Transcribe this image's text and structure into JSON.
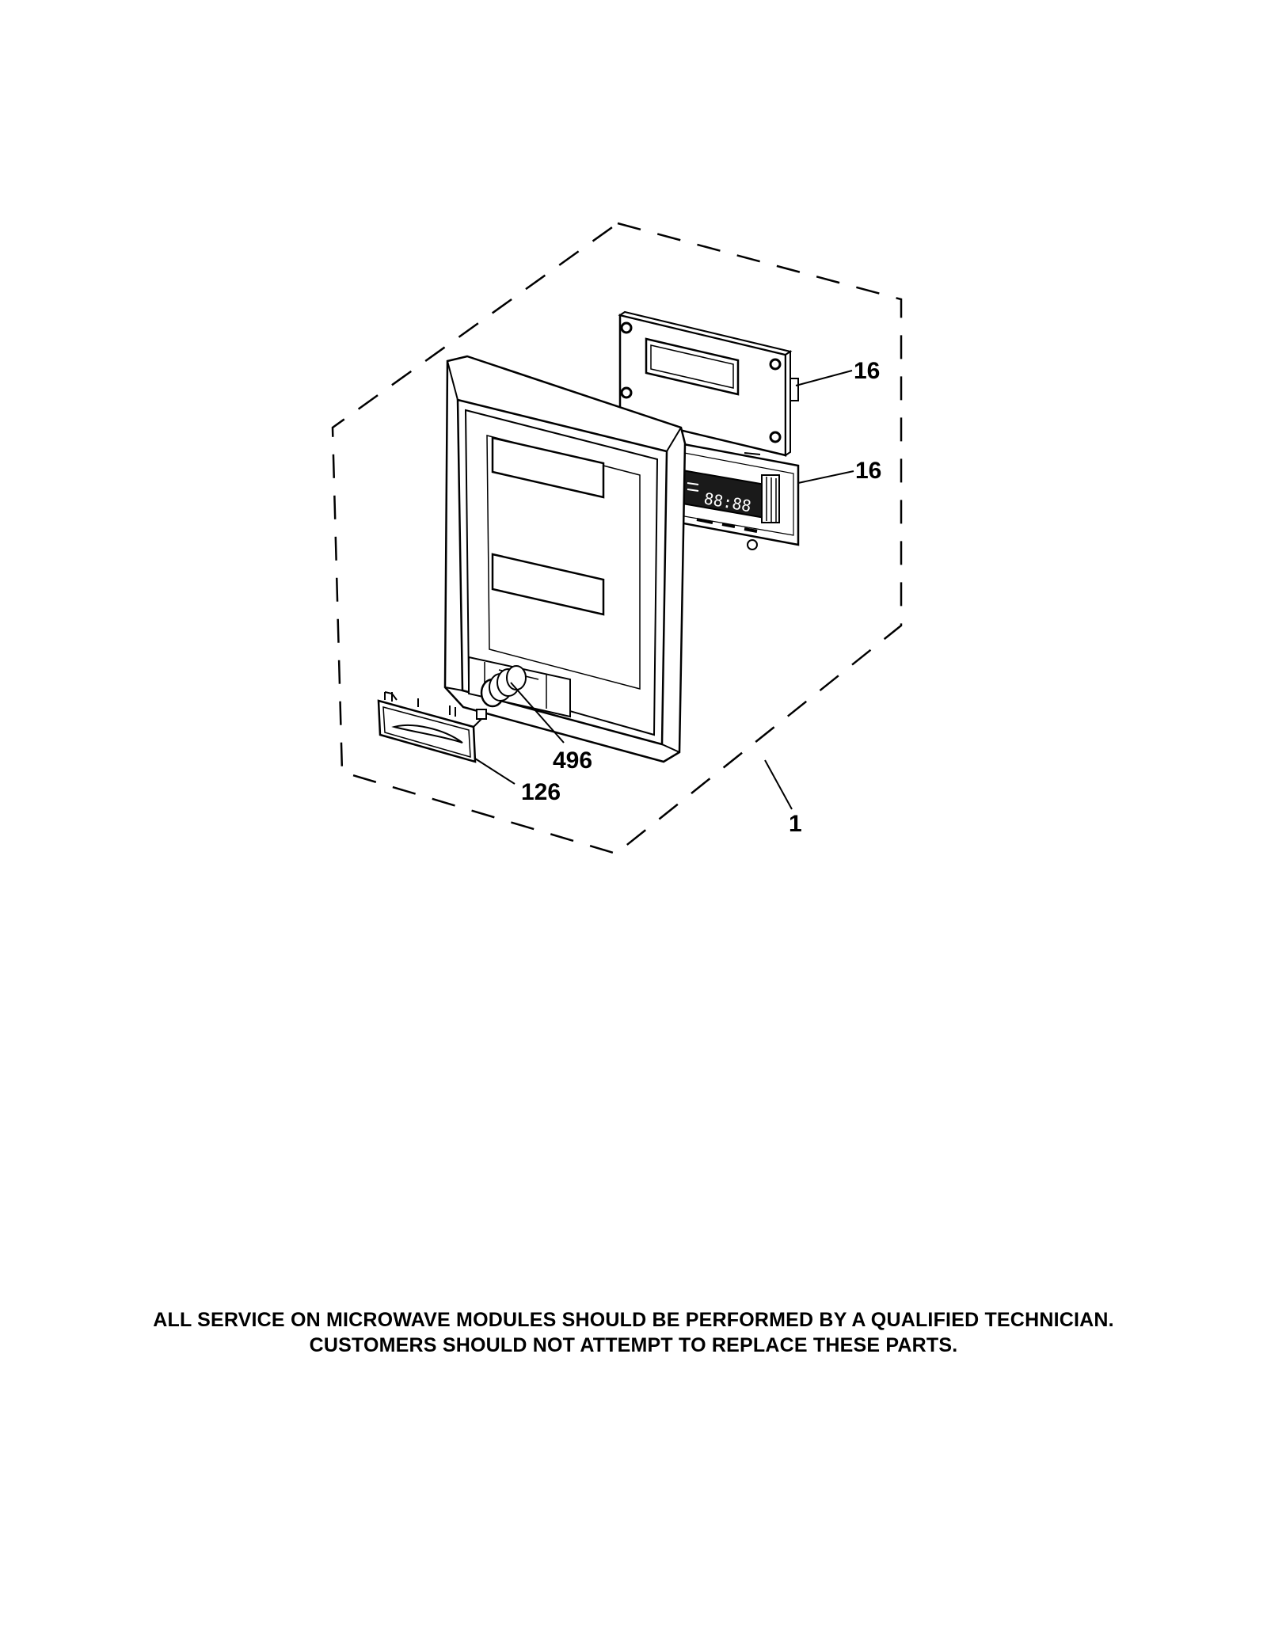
{
  "callouts": {
    "board_upper": "16",
    "board_lower": "16",
    "knob": "496",
    "handle": "126",
    "assembly": "1"
  },
  "display_text": "88:88",
  "service_note": {
    "line1": "ALL SERVICE ON MICROWAVE MODULES SHOULD BE PERFORMED BY A QUALIFIED TECHNICIAN.",
    "line2": "CUSTOMERS SHOULD NOT ATTEMPT TO REPLACE THESE PARTS."
  },
  "colors": {
    "ink": "#000000",
    "paper": "#ffffff",
    "display_bg": "#1a1a1a"
  }
}
